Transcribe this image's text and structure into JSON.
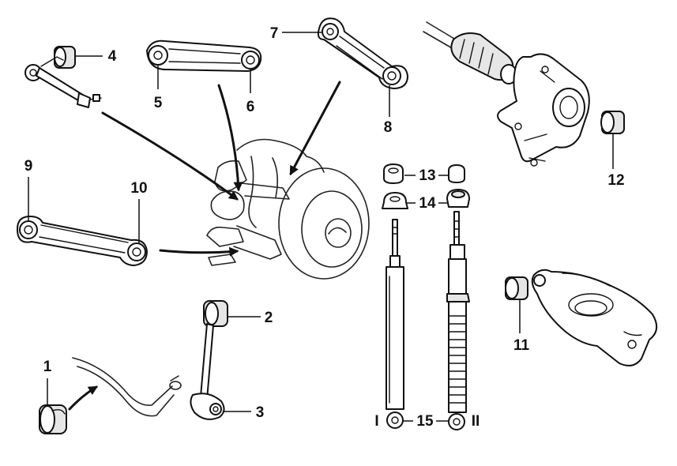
{
  "callouts": [
    {
      "id": "1",
      "text": "1"
    },
    {
      "id": "2",
      "text": "2"
    },
    {
      "id": "3",
      "text": "3"
    },
    {
      "id": "4",
      "text": "4"
    },
    {
      "id": "5",
      "text": "5"
    },
    {
      "id": "6",
      "text": "6"
    },
    {
      "id": "7",
      "text": "7"
    },
    {
      "id": "8",
      "text": "8"
    },
    {
      "id": "9",
      "text": "9"
    },
    {
      "id": "10",
      "text": "10"
    },
    {
      "id": "11",
      "text": "11"
    },
    {
      "id": "12",
      "text": "12"
    },
    {
      "id": "13",
      "text": "13"
    },
    {
      "id": "14",
      "text": "14"
    },
    {
      "id": "15",
      "text": "15"
    }
  ],
  "variants": {
    "left": "I",
    "right": "II"
  },
  "colors": {
    "line": "#111111",
    "background": "#ffffff"
  }
}
